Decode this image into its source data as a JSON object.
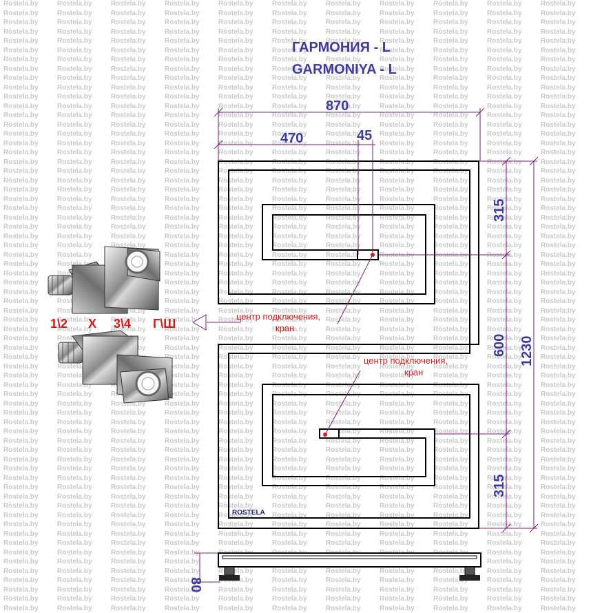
{
  "watermark_text": "Rostela.by",
  "title": {
    "line1": "ГАРМОНИЯ - L",
    "line2": "GARMONIYA - L"
  },
  "dimensions": {
    "total_width": "870",
    "connection_offset": "470",
    "pipe_gap": "45",
    "top_section": "315",
    "middle_section": "600",
    "total_height": "1230",
    "bottom_section": "315",
    "wall_gap": "80"
  },
  "notes": {
    "upper_connection_line1": "центр подключения,",
    "upper_connection_line2": "кран",
    "lower_connection_line1": "центр подключения,",
    "lower_connection_line2": "кран"
  },
  "valve": {
    "label_part1": "1\\2",
    "label_part2": "X",
    "label_part3": "3\\4",
    "label_part4": "Г\\Ш"
  },
  "brand_label": "ROSTELA",
  "colors": {
    "dimension_text": "#3d3aa2",
    "note_text": "#d41a1a",
    "outline": "#000000",
    "dimension_line": "#7b1e7b",
    "watermark": "#c9c9c9"
  }
}
